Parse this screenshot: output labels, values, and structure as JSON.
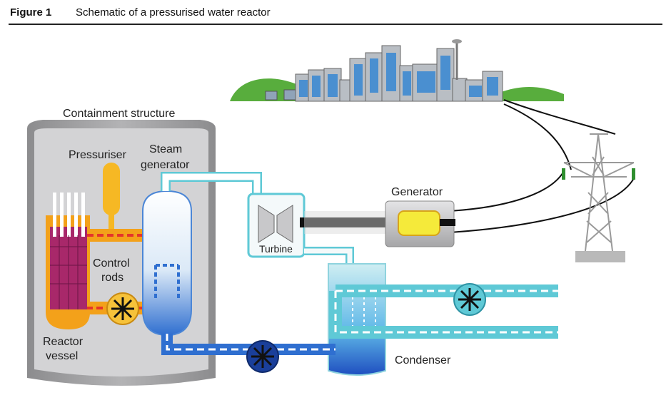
{
  "figure": {
    "number": "Figure 1",
    "title": "Schematic of a pressurised water reactor"
  },
  "labels": {
    "containment": "Containment structure",
    "pressuriser": "Pressuriser",
    "steam_line1": "Steam",
    "steam_line2": "generator",
    "control_line1": "Control",
    "control_line2": "rods",
    "reactor_line1": "Reactor",
    "reactor_line2": "vessel",
    "turbine": "Turbine",
    "generator": "Generator",
    "condenser": "Condenser"
  },
  "colors": {
    "containment_shell": "#9a9a9c",
    "containment_inner": "#cfcfd1",
    "primary_loop": "#e5342b",
    "reactor_hot": "#f3a11a",
    "secondary_water": "#2f6fd0",
    "steam": "#ffffff",
    "cooling_water": "#5fc9d6",
    "generator_core": "#f5ea3a",
    "city_green": "#58ad3d",
    "building_blue": "#4a8fd0"
  }
}
